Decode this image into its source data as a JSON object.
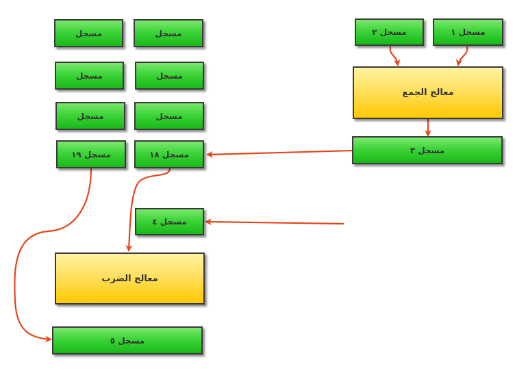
{
  "colors": {
    "register_fill": "#3ed43a",
    "processor_fill": "#ffd840",
    "border": "#3a3a3a",
    "arrow": "#e8441a"
  },
  "registers": {
    "r1": "مسجل ١",
    "r2": "مسجل ٢",
    "r3": "مسجل ٣",
    "r4": "مسجل ٤",
    "r5": "مسجل ٥",
    "r18": "مسجل ١٨",
    "r19": "مسجل ١٩",
    "generic": "مسجل"
  },
  "processors": {
    "adder": "معالج الجمع",
    "multiplier": "معالج الضرب"
  }
}
